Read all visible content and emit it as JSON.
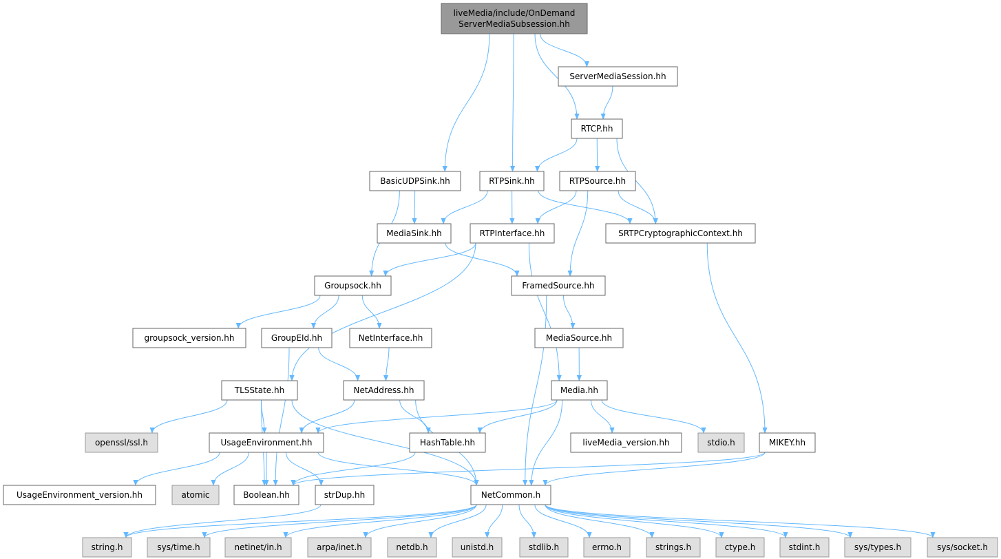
{
  "graph": {
    "root": {
      "id": "root",
      "lines": [
        "liveMedia/include/OnDemand",
        "ServerMediaSubsession.hh"
      ]
    },
    "nodes": [
      {
        "id": "sms",
        "label": "ServerMediaSession.hh",
        "kind": "local"
      },
      {
        "id": "rtcp",
        "label": "RTCP.hh",
        "kind": "local"
      },
      {
        "id": "budp",
        "label": "BasicUDPSink.hh",
        "kind": "local"
      },
      {
        "id": "rtpsink",
        "label": "RTPSink.hh",
        "kind": "local"
      },
      {
        "id": "rtpsrc",
        "label": "RTPSource.hh",
        "kind": "local"
      },
      {
        "id": "msink",
        "label": "MediaSink.hh",
        "kind": "local"
      },
      {
        "id": "rtpif",
        "label": "RTPInterface.hh",
        "kind": "local"
      },
      {
        "id": "srtp",
        "label": "SRTPCryptographicContext.hh",
        "kind": "local"
      },
      {
        "id": "gs",
        "label": "Groupsock.hh",
        "kind": "local"
      },
      {
        "id": "fsrc",
        "label": "FramedSource.hh",
        "kind": "local"
      },
      {
        "id": "gsver",
        "label": "groupsock_version.hh",
        "kind": "local"
      },
      {
        "id": "geid",
        "label": "GroupEId.hh",
        "kind": "local"
      },
      {
        "id": "netif",
        "label": "NetInterface.hh",
        "kind": "local"
      },
      {
        "id": "msrc",
        "label": "MediaSource.hh",
        "kind": "local"
      },
      {
        "id": "tls",
        "label": "TLSState.hh",
        "kind": "local"
      },
      {
        "id": "naddr",
        "label": "NetAddress.hh",
        "kind": "local"
      },
      {
        "id": "media",
        "label": "Media.hh",
        "kind": "local"
      },
      {
        "id": "ssl",
        "label": "openssl/ssl.h",
        "kind": "system"
      },
      {
        "id": "uenv",
        "label": "UsageEnvironment.hh",
        "kind": "local"
      },
      {
        "id": "htab",
        "label": "HashTable.hh",
        "kind": "local"
      },
      {
        "id": "lmver",
        "label": "liveMedia_version.hh",
        "kind": "local"
      },
      {
        "id": "stdio",
        "label": "stdio.h",
        "kind": "system"
      },
      {
        "id": "mikey",
        "label": "MIKEY.hh",
        "kind": "local"
      },
      {
        "id": "uever",
        "label": "UsageEnvironment_version.hh",
        "kind": "local"
      },
      {
        "id": "atomic",
        "label": "atomic",
        "kind": "system"
      },
      {
        "id": "bool",
        "label": "Boolean.hh",
        "kind": "local"
      },
      {
        "id": "strdup",
        "label": "strDup.hh",
        "kind": "local"
      },
      {
        "id": "netc",
        "label": "NetCommon.h",
        "kind": "local"
      },
      {
        "id": "string",
        "label": "string.h",
        "kind": "system"
      },
      {
        "id": "systime",
        "label": "sys/time.h",
        "kind": "system"
      },
      {
        "id": "netinet",
        "label": "netinet/in.h",
        "kind": "system"
      },
      {
        "id": "arpa",
        "label": "arpa/inet.h",
        "kind": "system"
      },
      {
        "id": "netdb",
        "label": "netdb.h",
        "kind": "system"
      },
      {
        "id": "unistd",
        "label": "unistd.h",
        "kind": "system"
      },
      {
        "id": "stdlib",
        "label": "stdlib.h",
        "kind": "system"
      },
      {
        "id": "errno",
        "label": "errno.h",
        "kind": "system"
      },
      {
        "id": "strings",
        "label": "strings.h",
        "kind": "system"
      },
      {
        "id": "ctype",
        "label": "ctype.h",
        "kind": "system"
      },
      {
        "id": "stdint",
        "label": "stdint.h",
        "kind": "system"
      },
      {
        "id": "systypes",
        "label": "sys/types.h",
        "kind": "system"
      },
      {
        "id": "syssock",
        "label": "sys/socket.h",
        "kind": "system"
      }
    ],
    "edges": [
      [
        "root",
        "budp"
      ],
      [
        "root",
        "rtpsink"
      ],
      [
        "root",
        "rtcp"
      ],
      [
        "root",
        "sms"
      ],
      [
        "sms",
        "rtcp"
      ],
      [
        "rtcp",
        "rtpsink"
      ],
      [
        "rtcp",
        "rtpsrc"
      ],
      [
        "rtcp",
        "srtp"
      ],
      [
        "budp",
        "msink"
      ],
      [
        "budp",
        "gs"
      ],
      [
        "rtpsink",
        "msink"
      ],
      [
        "rtpsink",
        "rtpif"
      ],
      [
        "rtpsink",
        "srtp"
      ],
      [
        "rtpsrc",
        "rtpif"
      ],
      [
        "rtpsrc",
        "srtp"
      ],
      [
        "rtpsrc",
        "fsrc"
      ],
      [
        "msink",
        "fsrc"
      ],
      [
        "rtpif",
        "gs"
      ],
      [
        "rtpif",
        "tls"
      ],
      [
        "rtpif",
        "media"
      ],
      [
        "srtp",
        "mikey"
      ],
      [
        "gs",
        "gsver"
      ],
      [
        "gs",
        "geid"
      ],
      [
        "gs",
        "netif"
      ],
      [
        "fsrc",
        "msrc"
      ],
      [
        "fsrc",
        "netc"
      ],
      [
        "geid",
        "naddr"
      ],
      [
        "geid",
        "bool"
      ],
      [
        "netif",
        "naddr"
      ],
      [
        "msrc",
        "media"
      ],
      [
        "tls",
        "ssl"
      ],
      [
        "tls",
        "uenv"
      ],
      [
        "tls",
        "bool"
      ],
      [
        "tls",
        "netc"
      ],
      [
        "naddr",
        "uenv"
      ],
      [
        "naddr",
        "htab"
      ],
      [
        "naddr",
        "netc"
      ],
      [
        "media",
        "uenv"
      ],
      [
        "media",
        "htab"
      ],
      [
        "media",
        "lmver"
      ],
      [
        "media",
        "stdio"
      ],
      [
        "media",
        "netc"
      ],
      [
        "uenv",
        "uever"
      ],
      [
        "uenv",
        "atomic"
      ],
      [
        "uenv",
        "bool"
      ],
      [
        "uenv",
        "strdup"
      ],
      [
        "uenv",
        "netc"
      ],
      [
        "htab",
        "bool"
      ],
      [
        "mikey",
        "bool"
      ],
      [
        "mikey",
        "netc"
      ],
      [
        "strdup",
        "string"
      ],
      [
        "netc",
        "string"
      ],
      [
        "netc",
        "systime"
      ],
      [
        "netc",
        "netinet"
      ],
      [
        "netc",
        "arpa"
      ],
      [
        "netc",
        "netdb"
      ],
      [
        "netc",
        "unistd"
      ],
      [
        "netc",
        "stdlib"
      ],
      [
        "netc",
        "errno"
      ],
      [
        "netc",
        "strings"
      ],
      [
        "netc",
        "ctype"
      ],
      [
        "netc",
        "stdint"
      ],
      [
        "netc",
        "systypes"
      ],
      [
        "netc",
        "syssock"
      ]
    ]
  },
  "colors": {
    "edge": "#63b8ff",
    "root_fill": "#999999",
    "system_fill": "#e0e0e0"
  }
}
